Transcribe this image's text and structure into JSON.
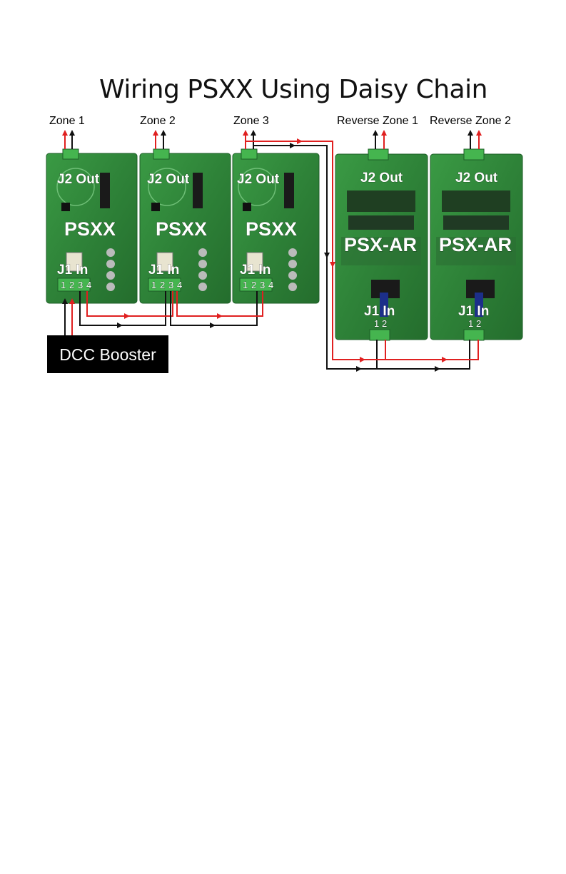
{
  "title": "Wiring PSXX Using Daisy Chain",
  "zones": [
    "Zone 1",
    "Zone 2",
    "Zone 3",
    "Reverse Zone 1",
    "Reverse Zone 2"
  ],
  "psxx_boards": [
    {
      "name": "PSXX",
      "out": "J2 Out",
      "in": "J1 In",
      "pins": [
        "1",
        "2",
        "3",
        "4"
      ]
    },
    {
      "name": "PSXX",
      "out": "J2 Out",
      "in": "J1 In",
      "pins": [
        "1",
        "2",
        "3",
        "4"
      ]
    },
    {
      "name": "PSXX",
      "out": "J2 Out",
      "in": "J1 In",
      "pins": [
        "1",
        "2",
        "3",
        "4"
      ]
    }
  ],
  "psxar_boards": [
    {
      "name": "PSX-AR",
      "out": "J2 Out",
      "in": "J1 In",
      "pins": [
        "1",
        "2"
      ]
    },
    {
      "name": "PSX-AR",
      "out": "J2 Out",
      "in": "J1 In",
      "pins": [
        "1",
        "2"
      ]
    }
  ],
  "booster": "DCC Booster",
  "colors": {
    "red_wire": "#e02020",
    "black_wire": "#111111",
    "board": "#2f8a3a",
    "board_dark": "#1d5e27",
    "connector": "#3fb04a"
  }
}
